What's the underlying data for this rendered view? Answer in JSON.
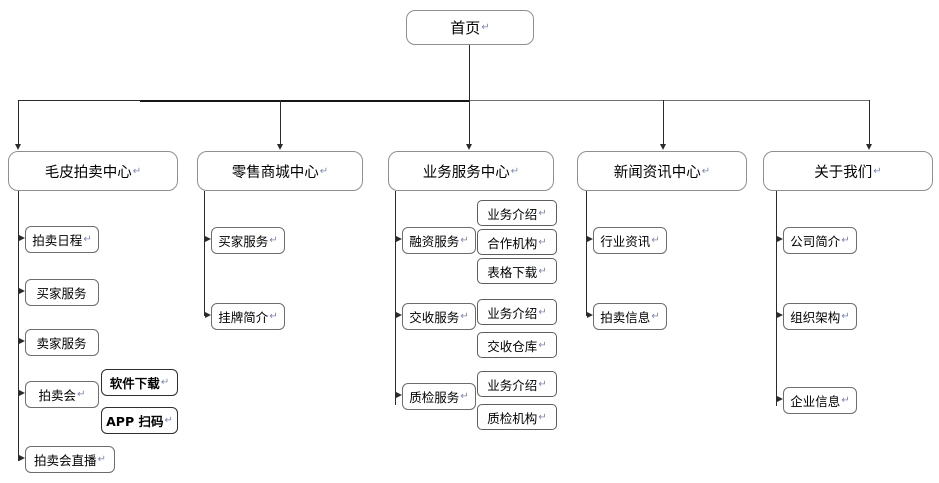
{
  "diagram": {
    "type": "site-map-tree",
    "title_node": {
      "label": "首页",
      "mark": "↵"
    },
    "mark": "↵",
    "level2": [
      {
        "label": "毛皮拍卖中心",
        "mark": "↵"
      },
      {
        "label": "零售商城中心",
        "mark": "↵"
      },
      {
        "label": "业务服务中心",
        "mark": "↵"
      },
      {
        "label": "新闻资讯中心",
        "mark": "↵"
      },
      {
        "label": "关于我们",
        "mark": "↵"
      }
    ],
    "col1_children": [
      {
        "label": "拍卖日程",
        "mark": "↵"
      },
      {
        "label": "买家服务",
        "mark": ""
      },
      {
        "label": "卖家服务",
        "mark": ""
      },
      {
        "label": "拍卖会",
        "mark": "↵"
      },
      {
        "label": "拍卖会直播",
        "mark": "↵"
      }
    ],
    "col1_floating": [
      {
        "label": "软件下载",
        "mark": "↵"
      },
      {
        "label": "APP 扫码",
        "mark": "↵"
      }
    ],
    "col2_children": [
      {
        "label": "买家服务",
        "mark": "↵"
      },
      {
        "label": "挂牌简介",
        "mark": "↵"
      }
    ],
    "col3_children": [
      {
        "label": "融资服务",
        "mark": "↵"
      },
      {
        "label": "交收服务",
        "mark": "↵"
      },
      {
        "label": "质检服务",
        "mark": "↵"
      }
    ],
    "col3_grandchildren": [
      {
        "label": "业务介绍",
        "mark": "↵"
      },
      {
        "label": "合作机构",
        "mark": "↵"
      },
      {
        "label": "表格下载",
        "mark": "↵"
      },
      {
        "label": "业务介绍",
        "mark": "↵"
      },
      {
        "label": "交收仓库",
        "mark": "↵"
      },
      {
        "label": "业务介绍",
        "mark": "↵"
      },
      {
        "label": "质检机构",
        "mark": "↵"
      }
    ],
    "col4_children": [
      {
        "label": "行业资讯",
        "mark": "↵"
      },
      {
        "label": "拍卖信息",
        "mark": "↵"
      }
    ],
    "col5_children": [
      {
        "label": "公司简介",
        "mark": "↵"
      },
      {
        "label": "组织架构",
        "mark": "↵"
      },
      {
        "label": "企业信息",
        "mark": "↵"
      }
    ],
    "colors": {
      "node_border": "#8f8f8f",
      "leaf_border": "#5d5d5d",
      "connector": "#2b2b2b",
      "bus": "#6f6f6f",
      "text": "#000000",
      "mark": "#7a86b8",
      "background": "#ffffff"
    }
  }
}
